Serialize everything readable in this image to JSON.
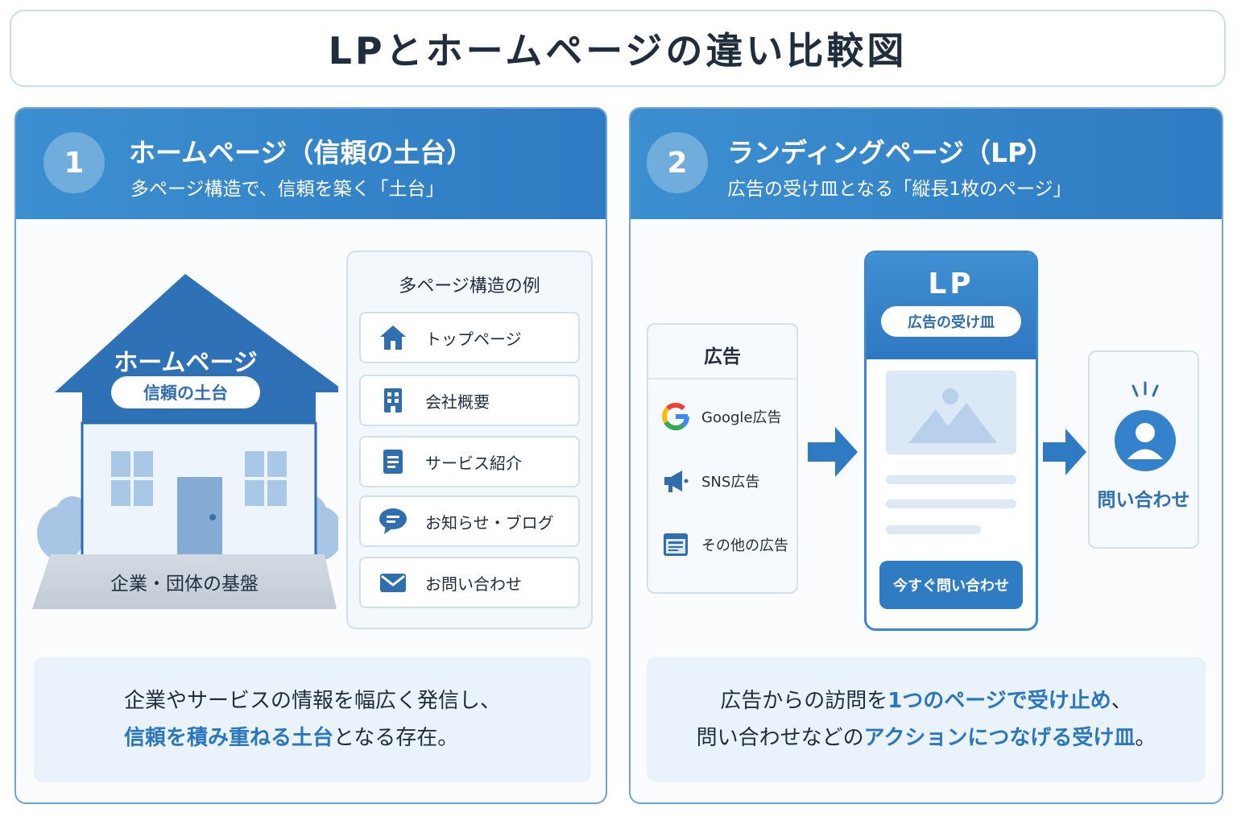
{
  "title": "LPとホームページの違い比較図",
  "colors": {
    "primary": "#2f7bc3",
    "highlight": "#2a76bf",
    "panel_border": "#6ea3d3"
  },
  "left": {
    "number": "1",
    "heading": "ホームページ（信頼の土台）",
    "subheading": "多ページ構造で、信頼を築く「土台」",
    "house_label": "ホームページ",
    "house_pill": "信頼の土台",
    "ground_label": "企業・団体の基盤",
    "list_title": "多ページ構造の例",
    "list_items": [
      {
        "label": "トップページ",
        "icon": "home-icon"
      },
      {
        "label": "会社概要",
        "icon": "building-icon"
      },
      {
        "label": "サービス紹介",
        "icon": "document-icon"
      },
      {
        "label": "お知らせ・ブログ",
        "icon": "chat-icon"
      },
      {
        "label": "お問い合わせ",
        "icon": "mail-icon"
      }
    ],
    "desc_line1": "企業やサービスの情報を幅広く発信し、",
    "desc_line2_hl": "信頼を積み重ねる土台",
    "desc_line2_rest": "となる存在。"
  },
  "right": {
    "number": "2",
    "heading": "ランディングページ（LP）",
    "subheading": "広告の受け皿となる「縦長1枚のページ」",
    "ads_title": "広告",
    "ads_items": [
      {
        "label": "Google広告",
        "icon": "google-icon"
      },
      {
        "label": "SNS広告",
        "icon": "megaphone-icon"
      },
      {
        "label": "その他の広告",
        "icon": "webpage-icon"
      }
    ],
    "lp_title": "LP",
    "lp_pill": "広告の受け皿",
    "lp_button": "今すぐ問い合わせ",
    "contact_label": "問い合わせ",
    "desc_line1_a": "広告からの訪問を",
    "desc_line1_hl": "1つのページで受け止め",
    "desc_line1_b": "、",
    "desc_line2_a": "問い合わせなどの",
    "desc_line2_hl": "アクションにつなげる受け皿",
    "desc_line2_b": "。"
  }
}
